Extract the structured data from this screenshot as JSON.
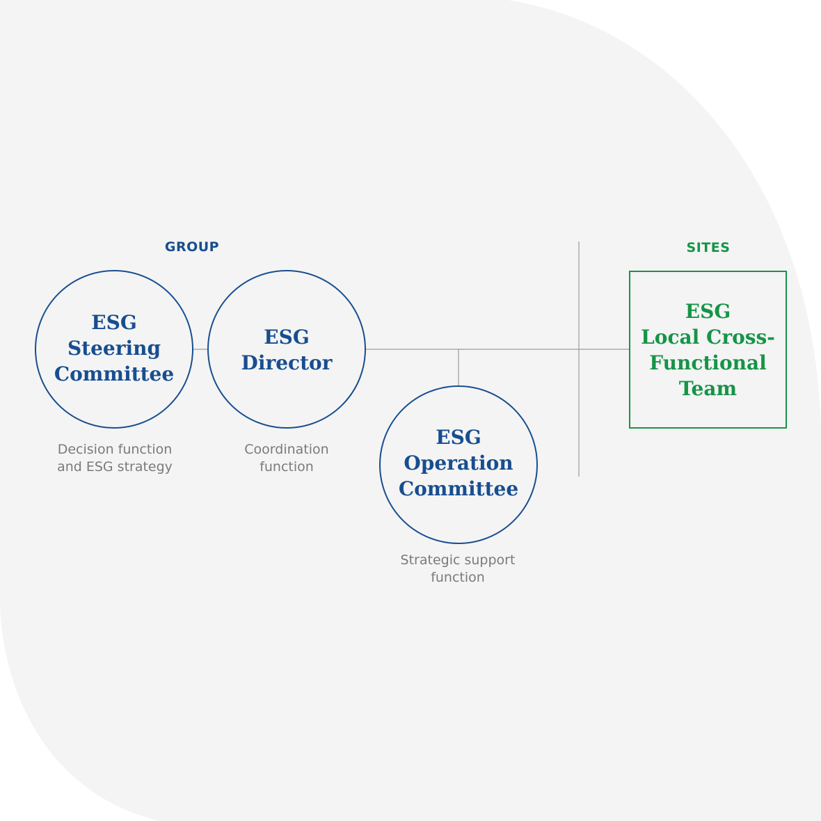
{
  "colors": {
    "background": "#ffffff",
    "panel": "#f4f4f4",
    "group_blue": "#174e8f",
    "sites_green": "#169447",
    "connector": "#9b9b9b",
    "caption": "#7a7a7a"
  },
  "headings": {
    "group": "GROUP",
    "sites": "SITES"
  },
  "nodes": {
    "steering": {
      "lines": [
        "ESG",
        "Steering",
        "Committee"
      ],
      "caption": [
        "Decision function",
        "and ESG strategy"
      ]
    },
    "director": {
      "lines": [
        "ESG",
        "Director"
      ],
      "caption": [
        "Coordination",
        "function"
      ]
    },
    "operation": {
      "lines": [
        "ESG",
        "Operation",
        "Committee"
      ],
      "caption": [
        "Strategic support",
        "function"
      ]
    },
    "local_team": {
      "lines": [
        "ESG",
        "Local Cross-",
        "Functional",
        "Team"
      ]
    }
  }
}
